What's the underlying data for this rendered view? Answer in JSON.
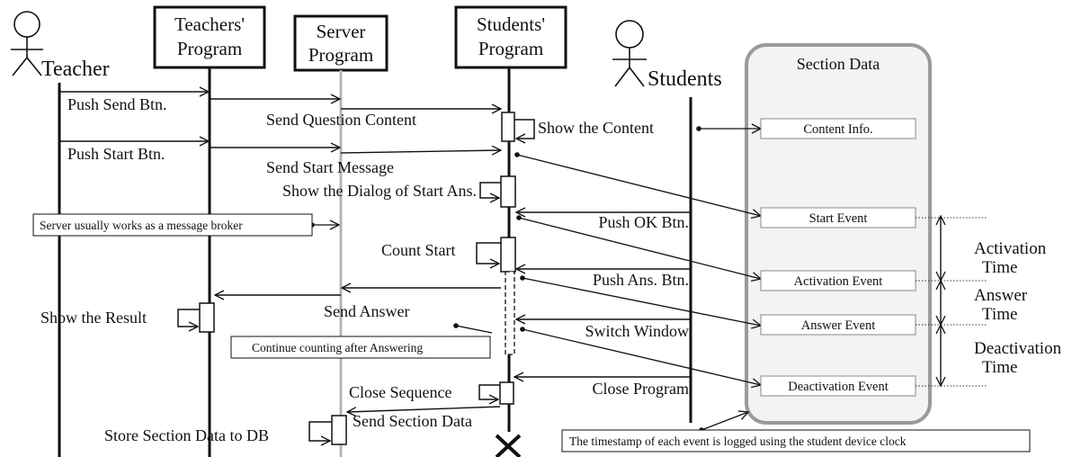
{
  "actors": {
    "teacher": "Teacher",
    "students": "Students"
  },
  "participants": {
    "teachers_program": [
      "Teachers'",
      "Program"
    ],
    "server_program": [
      "Server",
      "Program"
    ],
    "students_program": [
      "Students'",
      "Program"
    ]
  },
  "messages": {
    "push_send": "Push Send Btn.",
    "send_question": "Send Question Content",
    "show_content": "Show  the Content",
    "push_start": "Push Start Btn.",
    "send_start": "Send Start Message",
    "show_dialog": "Show the Dialog of Start Ans.",
    "push_ok": "Push OK Btn.",
    "count_start": "Count Start",
    "push_ans": "Push Ans. Btn.",
    "send_answer": "Send Answer",
    "show_result": "Show the Result",
    "switch_window": "Switch Window",
    "close_sequence": "Close Sequence",
    "close_program": "Close Program",
    "send_section_data": "Send Section Data",
    "store_section_data": "Store Section Data to DB"
  },
  "notes": {
    "broker": "Server usually works as a message broker",
    "continue_counting": "Continue counting after Answering",
    "timestamp": "The timestamp of each event is logged using the student device clock"
  },
  "section": {
    "title": "Section Data",
    "events": {
      "content_info": "Content Info.",
      "start_event": "Start Event",
      "activation_event": "Activation Event",
      "answer_event": "Answer Event",
      "deactivation_event": "Deactivation Event"
    }
  },
  "times": {
    "activation": [
      "Activation",
      "Time"
    ],
    "answer": [
      "Answer",
      "Time"
    ],
    "deactivation": [
      "Deactivation",
      "Time"
    ]
  },
  "colors": {
    "line": "#111111",
    "server_lifeline": "#b5b5b5",
    "section_fill": "#f2f3f2",
    "section_border": "#9a9a9a"
  }
}
